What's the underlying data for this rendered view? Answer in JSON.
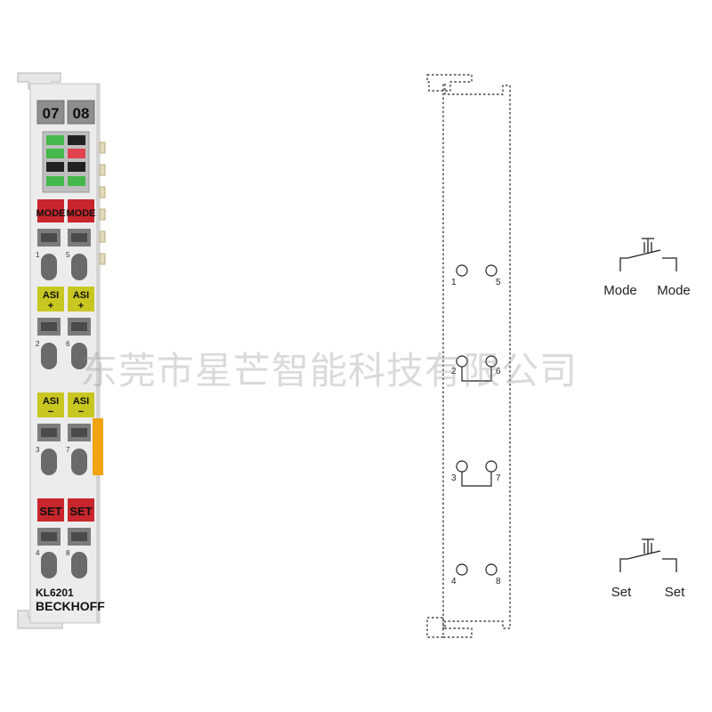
{
  "terminal": {
    "channel_labels": [
      "07",
      "08"
    ],
    "button_labels": {
      "mode_left": "MODE",
      "mode_right": "MODE",
      "asi_plus_left_top": "ASI",
      "asi_plus_left_bottom": "+",
      "asi_plus_right_top": "ASI",
      "asi_plus_right_bottom": "+",
      "asi_minus_left_top": "ASI",
      "asi_minus_left_bottom": "−",
      "asi_minus_right_top": "ASI",
      "asi_minus_right_bottom": "−",
      "set_left": "SET",
      "set_right": "SET"
    },
    "contact_numbers": [
      "1",
      "5",
      "2",
      "6",
      "3",
      "7",
      "4",
      "8"
    ],
    "model": "KL6201",
    "brand": "BECKHOFF",
    "led_colors": [
      "#44b84a",
      "#e0434f",
      "#222222"
    ]
  },
  "schematic": {
    "pin_left": [
      "1",
      "2",
      "3",
      "4"
    ],
    "pin_right": [
      "5",
      "6",
      "7",
      "8"
    ],
    "switch_mode": {
      "left": "Mode",
      "right": "Mode"
    },
    "switch_set": {
      "left": "Set",
      "right": "Set"
    }
  },
  "watermark": "东莞市星芒智能科技有限公司"
}
